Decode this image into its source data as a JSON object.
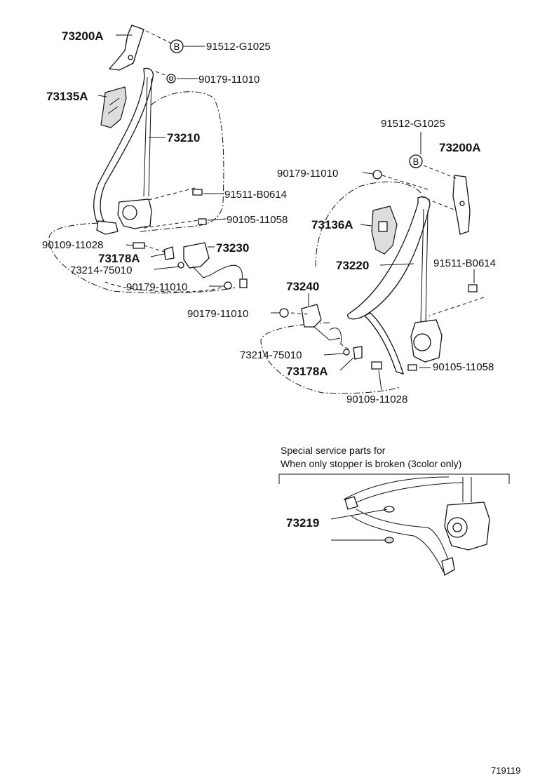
{
  "callouts": {
    "c_73200A_left": "73200A",
    "c_91512_left": "91512-G1025",
    "c_90179_a": "90179-11010",
    "c_73135A": "73135A",
    "c_73210": "73210",
    "c_91511_left": "91511-B0614",
    "c_90105_left": "90105-11058",
    "c_90109_left": "90109-11028",
    "c_73230": "73230",
    "c_73178A_left": "73178A",
    "c_73214_left": "73214-75010",
    "c_90179_b": "90179-11010",
    "c_91512_right": "91512-G1025",
    "c_73200A_right": "73200A",
    "c_90179_c": "90179-11010",
    "c_73136A": "73136A",
    "c_73220": "73220",
    "c_91511_right": "91511-B0614",
    "c_73240": "73240",
    "c_90179_d": "90179-11010",
    "c_73214_right": "73214-75010",
    "c_73178A_right": "73178A",
    "c_90105_right": "90105-11058",
    "c_90109_right": "90109-11028",
    "c_73219": "73219"
  },
  "markers": {
    "b_left": "B",
    "b_right": "B"
  },
  "note": {
    "line1": "Special  service  parts  for",
    "line2": "When  only  stopper  is  broken  (3color  only)"
  },
  "figure_id": "719119"
}
